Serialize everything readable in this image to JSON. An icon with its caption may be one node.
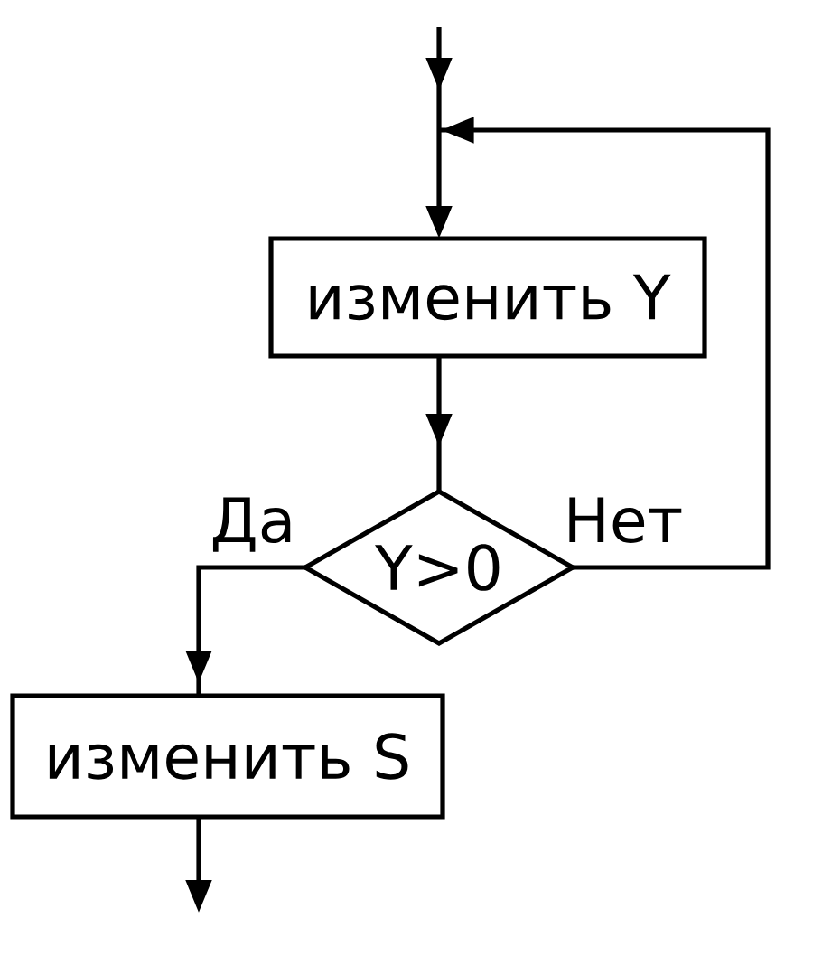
{
  "diagram": {
    "nodes": [
      {
        "text": [
          "изменить Y"
        ]
      },
      {
        "text": [
          "Y>0"
        ]
      },
      {
        "text": [
          "изменить S"
        ]
      }
    ],
    "edges": [
      {
        "from": null,
        "to": 0,
        "arrow": "to"
      },
      {
        "from": 0,
        "to": 1,
        "arrow": "to"
      },
      {
        "from": 1,
        "to": 2,
        "arrow": "to",
        "label": "Да"
      },
      {
        "from": 1,
        "to": 0,
        "arrow": "to",
        "label": "Нет"
      },
      {
        "from": 2,
        "to": null,
        "arrow": "to"
      }
    ]
  }
}
